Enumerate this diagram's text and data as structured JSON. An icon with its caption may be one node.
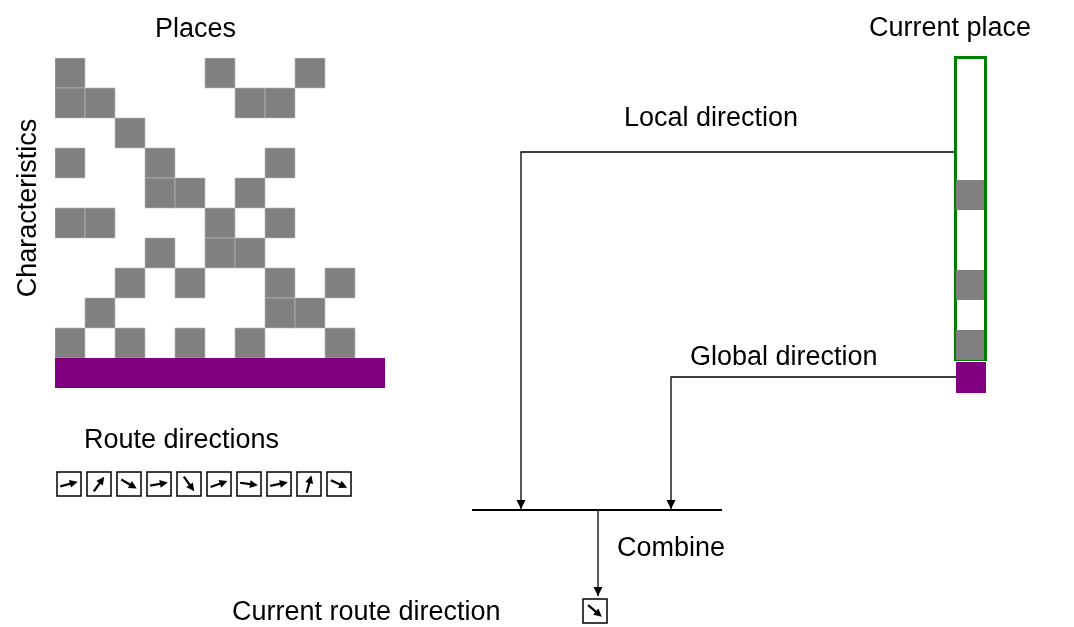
{
  "diagram": {
    "nodes": [
      {
        "text": [
          "Current place"
        ]
      },
      {
        "text": [],
        "shape": "box"
      },
      {
        "text": [],
        "shape": "bar"
      },
      {
        "text": [
          "Current route direction"
        ]
      }
    ],
    "edges": [
      {
        "from": 0,
        "to": 2,
        "arrow": "to",
        "label": "Local direction"
      },
      {
        "from": 1,
        "to": 2,
        "arrow": "to",
        "label": "Global direction"
      },
      {
        "from": 2,
        "to": 3,
        "arrow": "to",
        "label": "Combine"
      }
    ],
    "labels": [
      "Places",
      "Characteristics",
      "Route directions"
    ]
  }
}
